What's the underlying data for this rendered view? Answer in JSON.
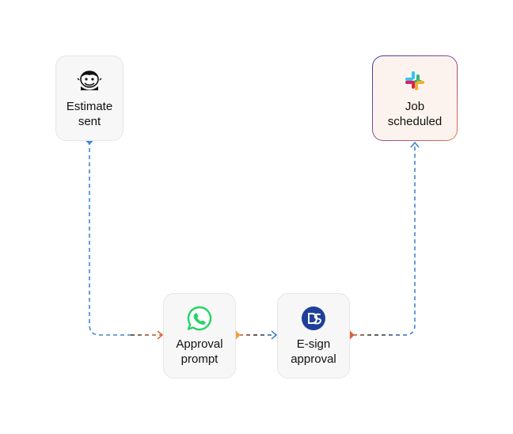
{
  "nodes": {
    "estimate": {
      "label": "Estimate\nsent",
      "icon": "mascot-icon"
    },
    "approval": {
      "label": "Approval\nprompt",
      "icon": "whatsapp-icon"
    },
    "esign": {
      "label": "E-sign\napproval",
      "icon": "docusign-icon"
    },
    "job": {
      "label": "Job\nscheduled",
      "icon": "slack-icon"
    }
  },
  "edges": [
    {
      "from": "estimate",
      "to": "approval"
    },
    {
      "from": "approval",
      "to": "esign"
    },
    {
      "from": "esign",
      "to": "job"
    }
  ],
  "colors": {
    "edge_blue": "#3b86d8",
    "edge_dark": "#2a1b1b",
    "edge_orange": "#d86a3a",
    "port_blue": "#3b86d8",
    "port_orange": "#f0a040",
    "port_orange_dark": "#d8643a",
    "whatsapp": "#25d366",
    "docusign": "#1f3f9a"
  }
}
